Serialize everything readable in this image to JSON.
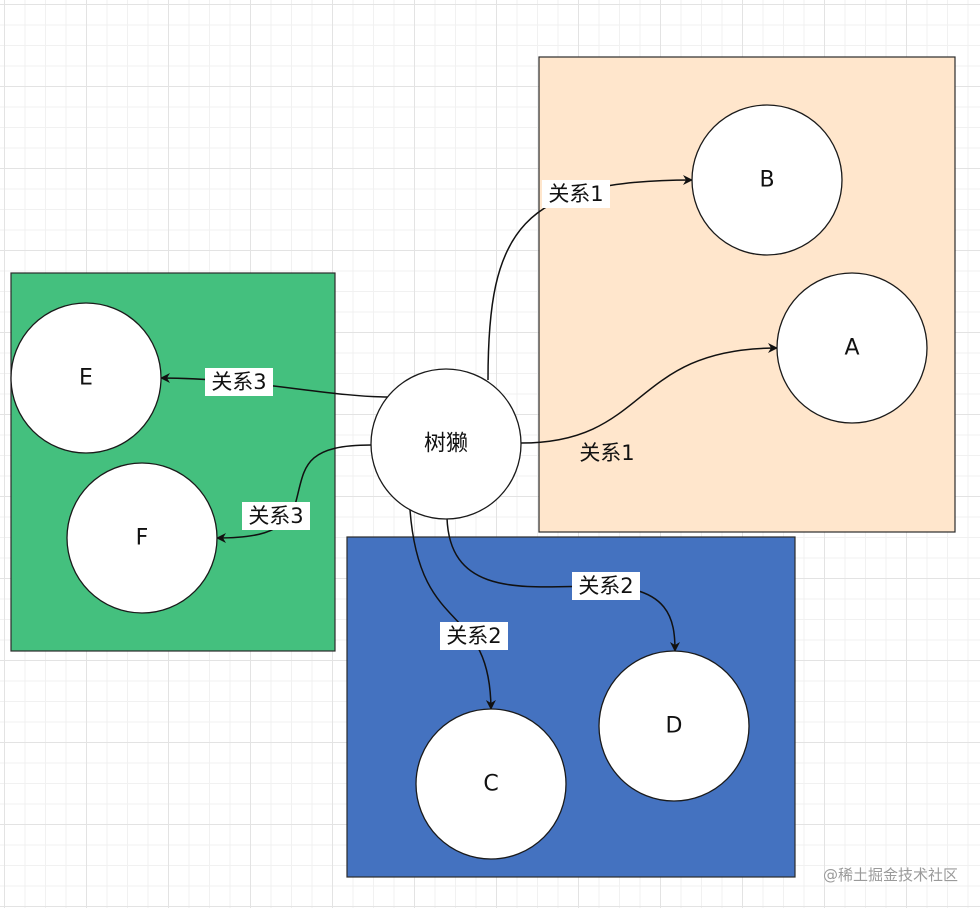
{
  "diagram": {
    "groups": [
      {
        "id": "group-peach",
        "color": "#ffe6cc"
      },
      {
        "id": "group-green",
        "color": "#44c07e"
      },
      {
        "id": "group-blue",
        "color": "#4472c0"
      }
    ],
    "nodes": {
      "center": "树獭",
      "a": "A",
      "b": "B",
      "c": "C",
      "d": "D",
      "e": "E",
      "f": "F"
    },
    "edges": {
      "to_b": "关系1",
      "to_a": "关系1",
      "to_c": "关系2",
      "to_d": "关系2",
      "to_e": "关系3",
      "to_f": "关系3"
    }
  },
  "watermark": "@稀土掘金技术社区"
}
